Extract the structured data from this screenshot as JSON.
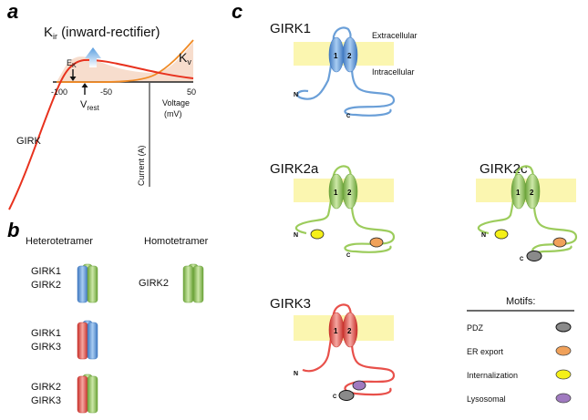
{
  "panels": {
    "a": "a",
    "b": "b",
    "c": "c"
  },
  "panel_a": {
    "kir_main": "K",
    "kir_sub": "ir",
    "kir_rest": " (inward-rectifier)",
    "ek_main": "E",
    "ek_sub": "K",
    "vrest_main": "V",
    "vrest_sub": "rest",
    "kv_main": "K",
    "kv_sub": "v",
    "girk": "GIRK",
    "tick_m100": "-100",
    "tick_m50": "-50",
    "tick_50": "50",
    "voltage": "Voltage",
    "mv": "(mV)",
    "current": "Current (A)"
  },
  "panel_b": {
    "heterotetramer": "Heterotetramer",
    "homotetramer": "Homotetramer",
    "pair1_a": "GIRK1",
    "pair1_b": "GIRK2",
    "pair2_a": "GIRK1",
    "pair2_b": "GIRK3",
    "pair3_a": "GIRK2",
    "pair3_b": "GIRK3",
    "homo": "GIRK2"
  },
  "panel_c": {
    "girk1": "GIRK1",
    "girk2a": "GIRK2a",
    "girk2c": "GIRK2c",
    "girk3": "GIRK3",
    "extracellular": "Extracellular",
    "intracellular": "Intracellular",
    "tm1": "1",
    "tm2": "2",
    "n_term": "N",
    "c_term": "C"
  },
  "motifs": {
    "title": "Motifs:",
    "items": [
      {
        "label": "PDZ",
        "color": "#8a8a8a"
      },
      {
        "label": "ER export",
        "color": "#f0a15a"
      },
      {
        "label": "Internalization",
        "color": "#f5f018"
      },
      {
        "label": "Lysosomal",
        "color": "#a07ac0"
      }
    ]
  },
  "colors": {
    "membrane": "#fbf6b0",
    "girk1": "#6a9fd8",
    "girk2": "#9ccc5c",
    "girk3": "#e8504a",
    "ir_curve": "#e8321e",
    "kv_curve": "#f08a24",
    "arrow": "#7ab0e4"
  }
}
